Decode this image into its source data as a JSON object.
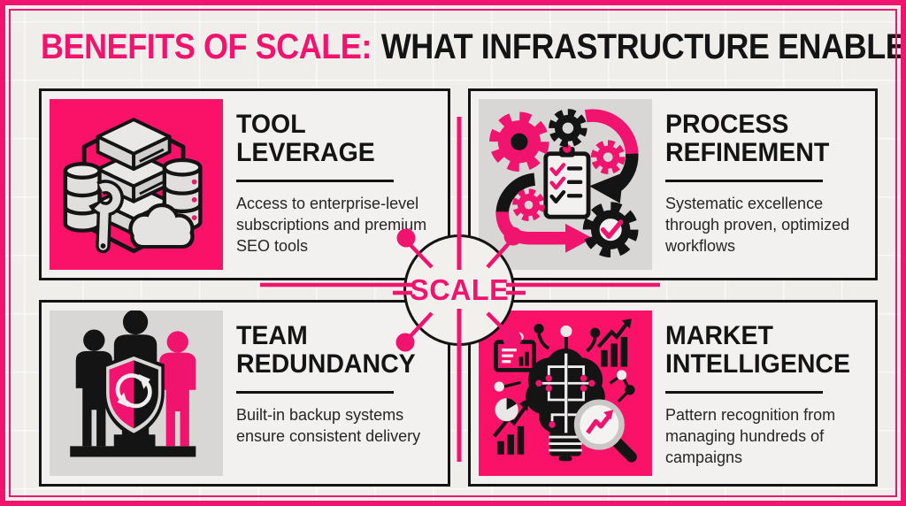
{
  "title": {
    "highlight": "BENEFITS OF SCALE:",
    "rest": "WHAT INFRASTRUCTURE ENABLES"
  },
  "center": {
    "label": "SCALE"
  },
  "cards": [
    {
      "id": "tool-leverage",
      "title_line1": "TOOL",
      "title_line2": "LEVERAGE",
      "description": "Access to enterprise-level subscriptions and premium SEO tools",
      "icon": "servers-databases-wrench-cloud-icon",
      "panel_color": "pink"
    },
    {
      "id": "process-refinement",
      "title_line1": "PROCESS",
      "title_line2": "REFINEMENT",
      "description": "Systematic excellence through proven, optimized workflows",
      "icon": "gears-checklist-arrows-icon",
      "panel_color": "gray"
    },
    {
      "id": "team-redundancy",
      "title_line1": "TEAM",
      "title_line2": "REDUNDANCY",
      "description": "Built-in backup systems ensure consistent delivery",
      "icon": "team-shield-sync-icon",
      "panel_color": "gray"
    },
    {
      "id": "market-intelligence",
      "title_line1": "MARKET",
      "title_line2": "INTELLIGENCE",
      "description": "Pattern recognition from managing hundreds of campaigns",
      "icon": "brain-bulb-analytics-icon",
      "panel_color": "pink"
    }
  ],
  "colors": {
    "accent_pink": "#F0146E",
    "panel_pink": "#FA1168",
    "panel_gray": "#D8D7D5",
    "ink": "#141414",
    "background": "#EFEEEB",
    "card_background": "#F2F1EF"
  }
}
